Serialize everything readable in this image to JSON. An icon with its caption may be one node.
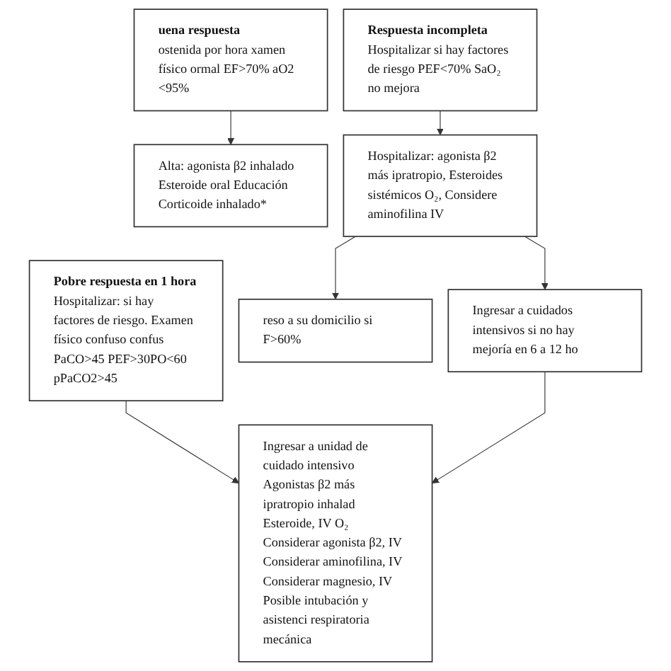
{
  "diagram": {
    "nodes": [
      {
        "text": [
          "uena respuesta",
          "ostenida por hora xamen físico ormal EF>70% aO2 <95%"
        ]
      },
      {
        "text": [
          "Respuesta incompleta",
          "Hospitalizar si hay factores de riesgo PEF<70% SaO₂ no mejora"
        ]
      },
      {
        "text": [
          "Pobre respuesta en 1 hora",
          "Hospitalizar: si hay factores de riesgo. Examen físico confuso confus PaCO>45 PEF>30PO<60 pPaCO2>45"
        ]
      },
      {
        "text": [
          "Alta: agonista β2 inhalado Esteroide oral Educación Corticoide inhalado*"
        ]
      },
      {
        "text": [
          "Hospitalizar: agonista β2 más ipratropio, Esteroides sistémicos O₂, Considere aminofilina IV"
        ]
      },
      {
        "text": [
          "Ingresar a unidad de cuidado intensivo",
          "Agonistas β2 más ipratropio inhalad Esteroide, IV O₂ Considerar agonista β2, IV Considerar aminofilina, IV Considerar magnesio, IV Posible intubación y asistenci respiratoria mecánica"
        ]
      },
      {
        "text": [
          "reso a su domicilio si F>60%"
        ]
      },
      {
        "text": [
          "Ingresar a cuidados intensivos si no hay mejoría en 6 a 12 ho"
        ]
      }
    ],
    "edges": [
      {
        "from": 0,
        "to": 3,
        "arrow": "to"
      },
      {
        "from": 1,
        "to": 4,
        "arrow": "to"
      },
      {
        "from": 2,
        "to": 5,
        "arrow": "to"
      },
      {
        "from": 4,
        "to": 6,
        "arrow": "to"
      },
      {
        "from": 4,
        "to": 7,
        "arrow": "to"
      },
      {
        "from": 7,
        "to": 5,
        "arrow": "to"
      }
    ]
  }
}
